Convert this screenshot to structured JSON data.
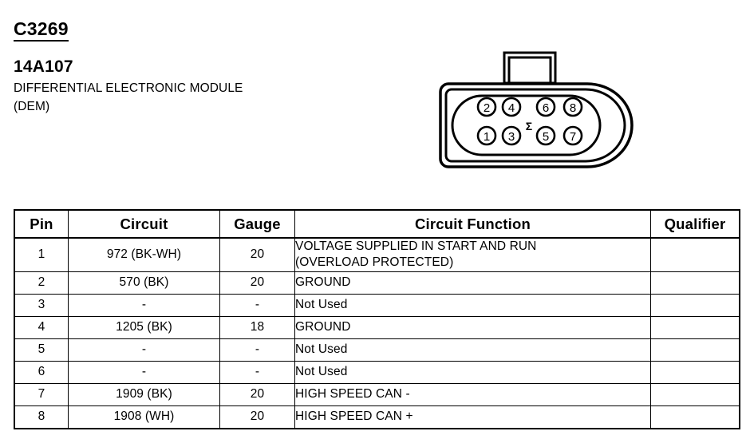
{
  "header": {
    "connector_id": "C3269",
    "part_number": "14A107",
    "description_line1": "DIFFERENTIAL ELECTRONIC MODULE",
    "description_line2": "(DEM)"
  },
  "connector": {
    "type": "8-pin automotive connector",
    "keying_symbol": "Σ",
    "pin_labels_top": [
      "2",
      "4",
      "6",
      "8"
    ],
    "pin_labels_bottom": [
      "1",
      "3",
      "5",
      "7"
    ],
    "outline_color": "#000000",
    "fill_color": "#ffffff"
  },
  "table": {
    "headers": [
      "Pin",
      "Circuit",
      "Gauge",
      "Circuit Function",
      "Qualifier"
    ],
    "rows": [
      {
        "pin": "1",
        "circuit": "972 (BK-WH)",
        "gauge": "20",
        "function_line1": "VOLTAGE SUPPLIED IN START AND RUN",
        "function_line2": "(OVERLOAD PROTECTED)",
        "qualifier": ""
      },
      {
        "pin": "2",
        "circuit": "570 (BK)",
        "gauge": "20",
        "function_line1": "GROUND",
        "qualifier": ""
      },
      {
        "pin": "3",
        "circuit": "-",
        "gauge": "-",
        "function_line1": "Not Used",
        "qualifier": ""
      },
      {
        "pin": "4",
        "circuit": "1205 (BK)",
        "gauge": "18",
        "function_line1": "GROUND",
        "qualifier": ""
      },
      {
        "pin": "5",
        "circuit": "-",
        "gauge": "-",
        "function_line1": "Not Used",
        "qualifier": ""
      },
      {
        "pin": "6",
        "circuit": "-",
        "gauge": "-",
        "function_line1": "Not Used",
        "qualifier": ""
      },
      {
        "pin": "7",
        "circuit": "1909 (BK)",
        "gauge": "20",
        "function_line1": "HIGH SPEED CAN -",
        "qualifier": ""
      },
      {
        "pin": "8",
        "circuit": "1908 (WH)",
        "gauge": "20",
        "function_line1": "HIGH SPEED CAN +",
        "qualifier": ""
      }
    ]
  }
}
